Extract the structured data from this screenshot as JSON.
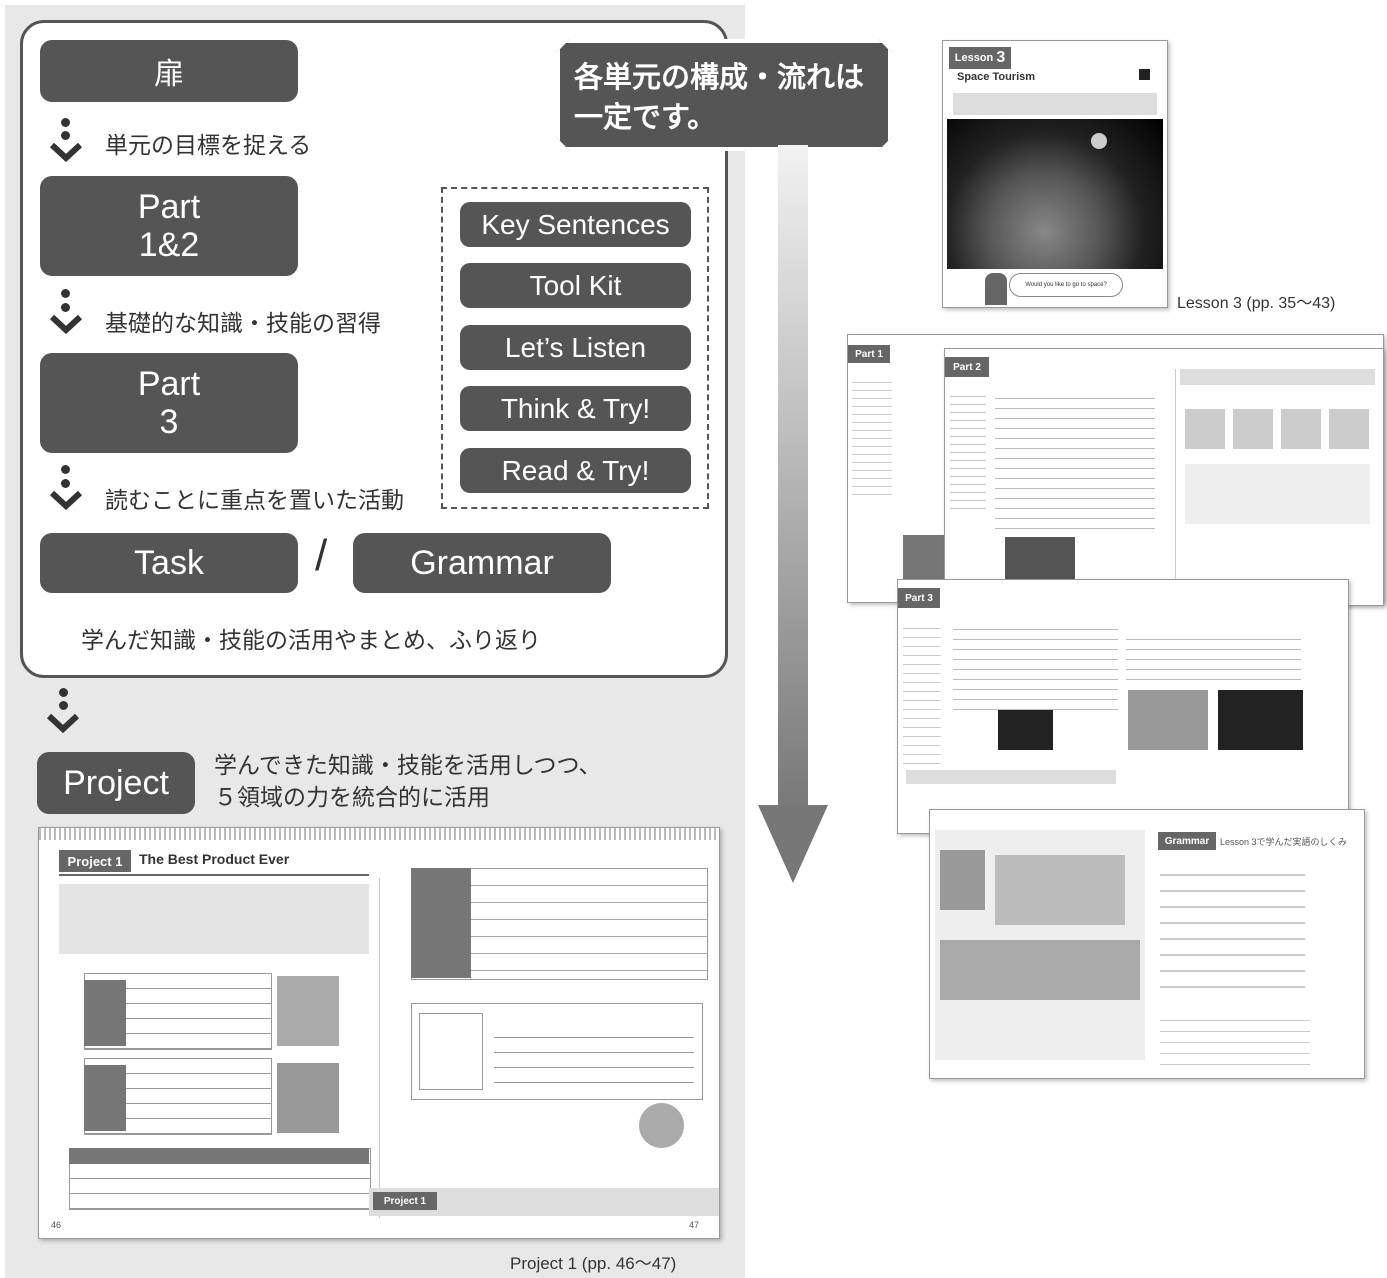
{
  "flow": {
    "tobira": "扉",
    "tobira_caption": "単元の目標を捉える",
    "part12": "Part\n1&2",
    "part12_caption": "基礎的な知識・技能の習得",
    "part3": "Part\n3",
    "part3_caption": "読むことに重点を置いた活動",
    "task": "Task",
    "slash": "/",
    "grammar": "Grammar",
    "summary_caption": "学んだ知識・技能の活用やまとめ、ふり返り",
    "project": "Project",
    "project_caption": "学んできた知識・技能を活用しつつ、\n５領域の力を統合的に活用"
  },
  "skills": [
    "Key Sentences",
    "Tool Kit",
    "Let’s Listen",
    "Think & Try!",
    "Read & Try!"
  ],
  "callout": "各単元の構成・流れは\n一定です。",
  "lesson": {
    "tag": "Lesson",
    "number": "3",
    "title": "Space Tourism",
    "bubble": "Would you like to go to space?",
    "label": "Lesson 3 (pp. 35〜43)"
  },
  "lesson_pages": {
    "part1": "Part 1",
    "part2": "Part 2",
    "part3": "Part 3",
    "grammar": "Grammar",
    "grammar_title": "Lesson 3で学んだ実語のしくみ"
  },
  "project_spread": {
    "tag": "Project 1",
    "title": "The Best Product Ever",
    "label": "Project 1 (pp. 46〜47)",
    "page_left": "46",
    "page_right": "47"
  },
  "colors": {
    "block": "#555555",
    "panel": "#e8e8e8",
    "arrow": "#888888"
  }
}
